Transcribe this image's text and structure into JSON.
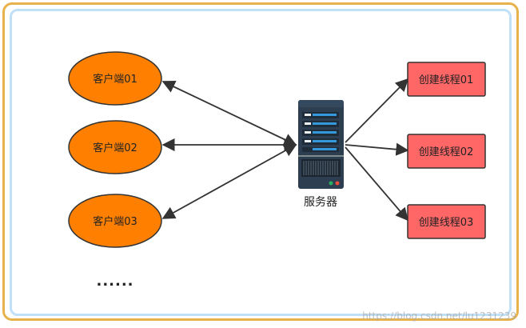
{
  "clients": [
    {
      "label": "客户端01"
    },
    {
      "label": "客户端02"
    },
    {
      "label": "客户端03"
    }
  ],
  "more_indicator": "......",
  "server": {
    "label": "服务器",
    "icon": "server-icon"
  },
  "threads": [
    {
      "label": "创建线程01"
    },
    {
      "label": "创建线程02"
    },
    {
      "label": "创建线程03"
    }
  ],
  "watermark": "https://blog.csdn.net/lu1231239",
  "colors": {
    "client_fill": "#ff8000",
    "thread_fill": "#ff6666",
    "outer_frame": "#e8b24a",
    "inner_frame": "#bfe0f7",
    "arrow": "#333333",
    "server_body": "#2c3e50"
  }
}
